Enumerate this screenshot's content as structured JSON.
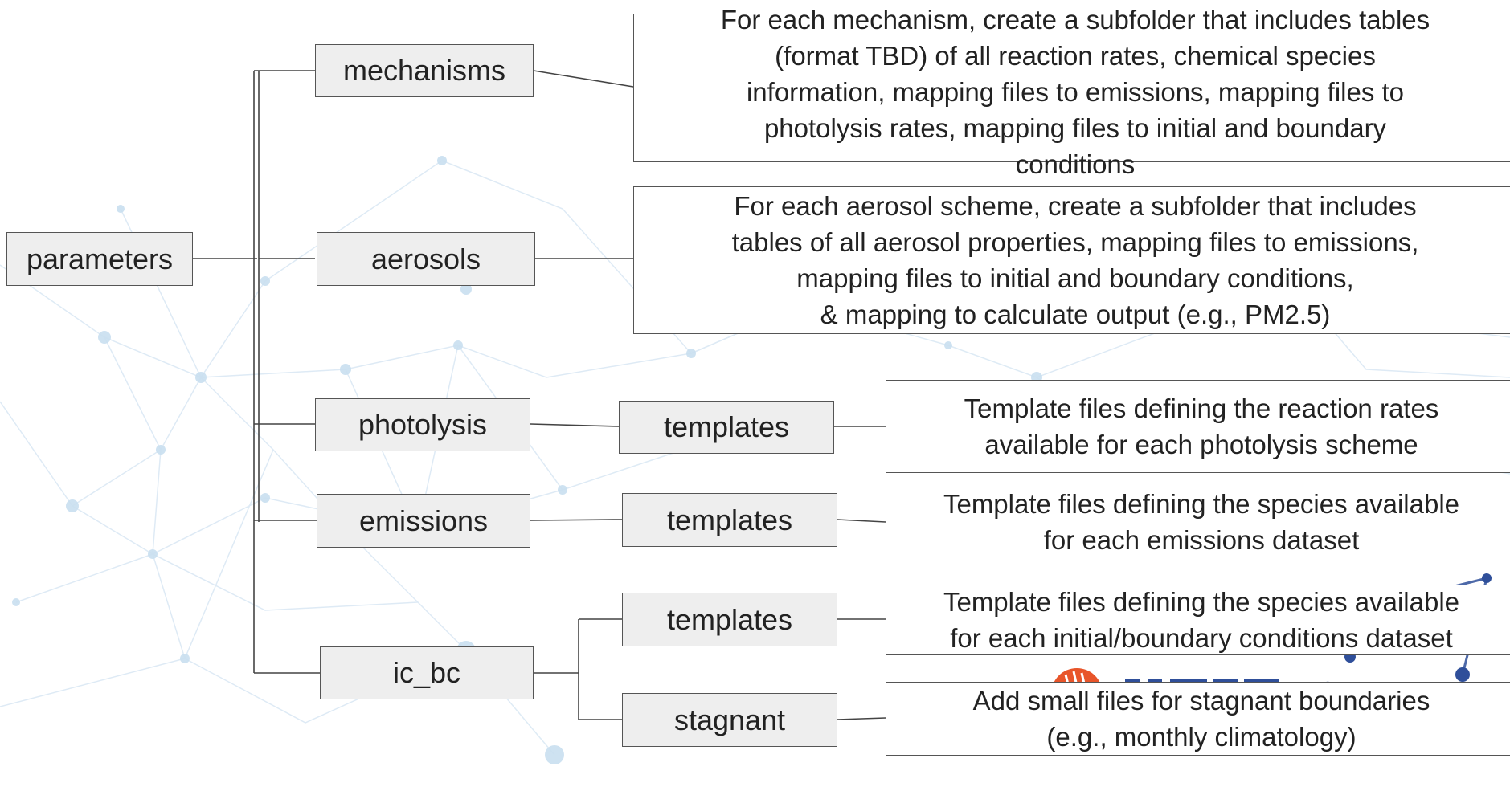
{
  "root": {
    "label": "parameters"
  },
  "branches": {
    "mechanisms": {
      "label": "mechanisms",
      "description": [
        "For each mechanism, create a subfolder that includes tables",
        "(format TBD) of all reaction rates, chemical species",
        "information, mapping files to emissions, mapping files to",
        "photolysis rates, mapping files to initial and boundary",
        "conditions"
      ]
    },
    "aerosols": {
      "label": "aerosols",
      "description": [
        "For each aerosol scheme, create a subfolder that includes",
        "tables of all aerosol properties, mapping files to emissions,",
        "mapping files to initial and boundary conditions,",
        "& mapping to calculate output (e.g., PM2.5)"
      ]
    },
    "photolysis": {
      "label": "photolysis",
      "child": "templates",
      "description": [
        "Template files defining the reaction rates",
        "available for each photolysis scheme"
      ]
    },
    "emissions": {
      "label": "emissions",
      "child": "templates",
      "description": [
        "Template files defining the species available",
        "for each emissions dataset"
      ]
    },
    "ic_bc": {
      "label": "ic_bc",
      "templates": {
        "label": "templates",
        "description": [
          "Template files defining the species available",
          "for each initial/boundary conditions dataset"
        ]
      },
      "stagnant": {
        "label": "stagnant",
        "description": [
          "Add small files for stagnant boundaries",
          "(e.g., monthly climatology)"
        ]
      }
    }
  },
  "colors": {
    "node_fill": "#eeeeee",
    "border": "#555555",
    "logo_accent": "#e8552a",
    "logo_dark": "#2f4f9a"
  }
}
